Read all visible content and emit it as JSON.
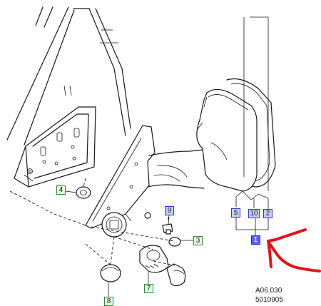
{
  "callouts": [
    {
      "id": "4",
      "style": "green"
    },
    {
      "id": "9",
      "style": "blue"
    },
    {
      "id": "3",
      "style": "green"
    },
    {
      "id": "8",
      "style": "green"
    },
    {
      "id": "7",
      "style": "green"
    },
    {
      "id": "5",
      "style": "blue"
    },
    {
      "id": "10",
      "style": "blue"
    },
    {
      "id": "2",
      "style": "blue"
    },
    {
      "id": "1",
      "style": "active"
    }
  ],
  "reference": {
    "drawing_code": "A06.030",
    "part_code": "5010905"
  },
  "colors": {
    "annotation_arrow": "#e0151b",
    "callout_blue_border": "#2a3ad8",
    "callout_green_border": "#2f8a2f",
    "callout_active_fill": "#5a63e8"
  }
}
